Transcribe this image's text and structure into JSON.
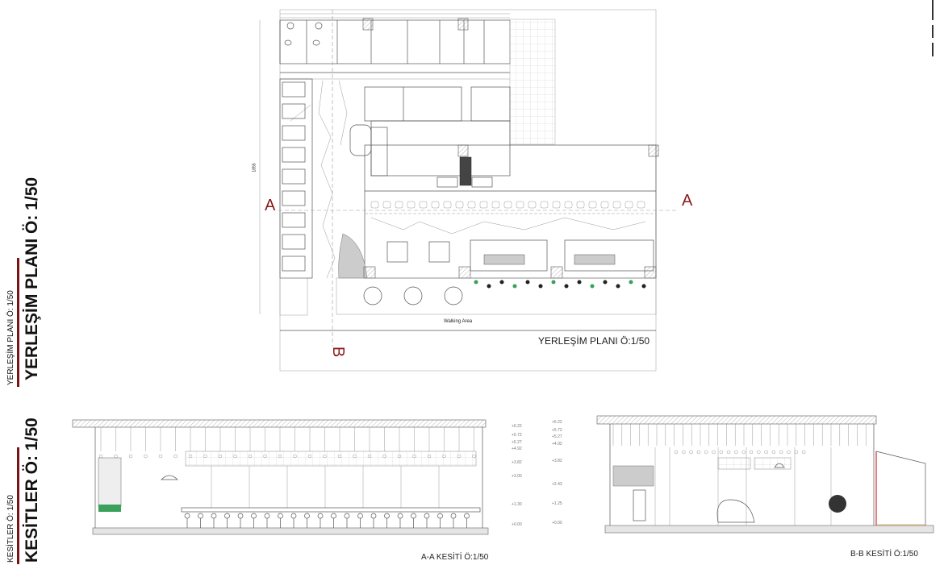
{
  "sidebar": {
    "plan_small": "YERLEŞİM PLANI  Ö: 1/50",
    "plan_large": "YERLEŞİM PLANI Ö: 1/50",
    "sections_small": "KESİTLER  Ö: 1/50",
    "sections_large": "KESİTLER Ö: 1/50"
  },
  "plan": {
    "title": "YERLEŞİM PLANI Ö:1/50",
    "walking_area": "Walking Area",
    "section_mark_a": "A",
    "section_mark_b": "B",
    "overall_dimension": "1855"
  },
  "section_aa": {
    "title": "A-A  KESİTİ  Ö:1/50",
    "levels": [
      "+6.22",
      "+5.72",
      "+5.27",
      "+4.92",
      "+3.82",
      "+3.00",
      "+1.30",
      "+0.00"
    ]
  },
  "section_bb": {
    "title": "B-B  KESİTİ Ö:1/50",
    "levels": [
      "+6.22",
      "+5.72",
      "+5.27",
      "+4.92",
      "+3.82",
      "+2.43",
      "+1.25",
      "+0.00"
    ]
  },
  "colors": {
    "accent": "#7a1414",
    "section_marker": "#8b1a1a",
    "planting": "#3aa05a",
    "glass_red": "#d23030"
  }
}
